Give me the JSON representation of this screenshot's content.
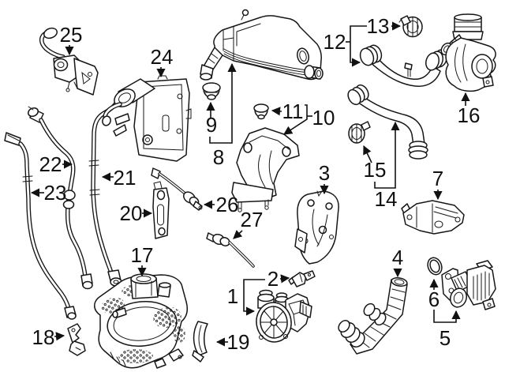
{
  "colors": {
    "background": "#ffffff",
    "line_art": "#161616",
    "label_text": "#111111"
  },
  "callouts": [
    {
      "number": "1"
    },
    {
      "number": "2"
    },
    {
      "number": "3"
    },
    {
      "number": "4"
    },
    {
      "number": "5"
    },
    {
      "number": "6"
    },
    {
      "number": "7"
    },
    {
      "number": "8"
    },
    {
      "number": "9"
    },
    {
      "number": "10"
    },
    {
      "number": "11"
    },
    {
      "number": "12"
    },
    {
      "number": "13"
    },
    {
      "number": "14"
    },
    {
      "number": "15"
    },
    {
      "number": "16"
    },
    {
      "number": "17"
    },
    {
      "number": "18"
    },
    {
      "number": "19"
    },
    {
      "number": "20"
    },
    {
      "number": "21"
    },
    {
      "number": "22"
    },
    {
      "number": "23"
    },
    {
      "number": "24"
    },
    {
      "number": "25"
    },
    {
      "number": "26"
    },
    {
      "number": "27"
    }
  ]
}
